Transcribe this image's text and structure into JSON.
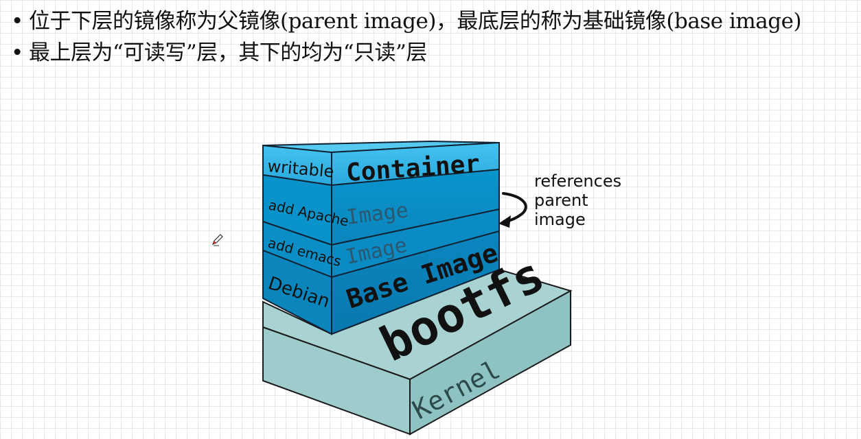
{
  "bullets": [
    {
      "text": "位于下层的镜像称为父镜像(parent image)，最底层的称为基础镜像(base image)"
    },
    {
      "text": "最上层为“可读写”层，其下的均为“只读”层"
    }
  ],
  "diagram": {
    "left_labels": {
      "writable": "writable",
      "add_apache": "add Apache",
      "add_emacs": "add emacs",
      "debian": "Debian"
    },
    "layers": {
      "container": "Container",
      "image_upper": "Image",
      "image_lower": "Image",
      "base_image": "Base Image",
      "bootfs": "bootfs",
      "kernel": "Kernel"
    },
    "annotation": {
      "line1": "references",
      "line2": "parent",
      "line3": "image"
    },
    "colors": {
      "container_blue": "#3ab9e8",
      "image_blue": "#0a8bc1",
      "base_blue": "#0b7fb6",
      "bootfs_teal": "#a4cfcf",
      "kernel_teal": "#8fc4c4"
    }
  }
}
